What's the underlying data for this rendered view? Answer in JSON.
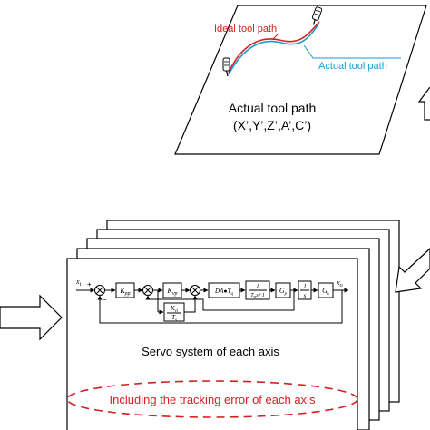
{
  "top_panel": {
    "ideal_label": "Ideal tool path",
    "actual_label": "Actual tool path",
    "caption": "Actual tool path",
    "coords": "(X’,Y’,Z’,A’,C’)",
    "ideal_color": "#d42020",
    "actual_color": "#1a9ad6"
  },
  "servo": {
    "caption": "Servo system of each axis",
    "tracking_text": "Including the tracking error of each axis",
    "ellipse_color": "#d42020",
    "input_label": "x_i",
    "output_label": "x_o",
    "sum_sign_plus": "+",
    "sum_sign_minus": "−",
    "blocks": {
      "kpp": "K_pp",
      "kvp": "K_vp",
      "kvi": "K_vi",
      "ts": "T_s",
      "da": "DA●T_q",
      "tm": "T_m s+1",
      "one": "1",
      "gp": "G_p",
      "integrator_num": "1",
      "integrator_den": "s",
      "gs": "G_s"
    }
  }
}
